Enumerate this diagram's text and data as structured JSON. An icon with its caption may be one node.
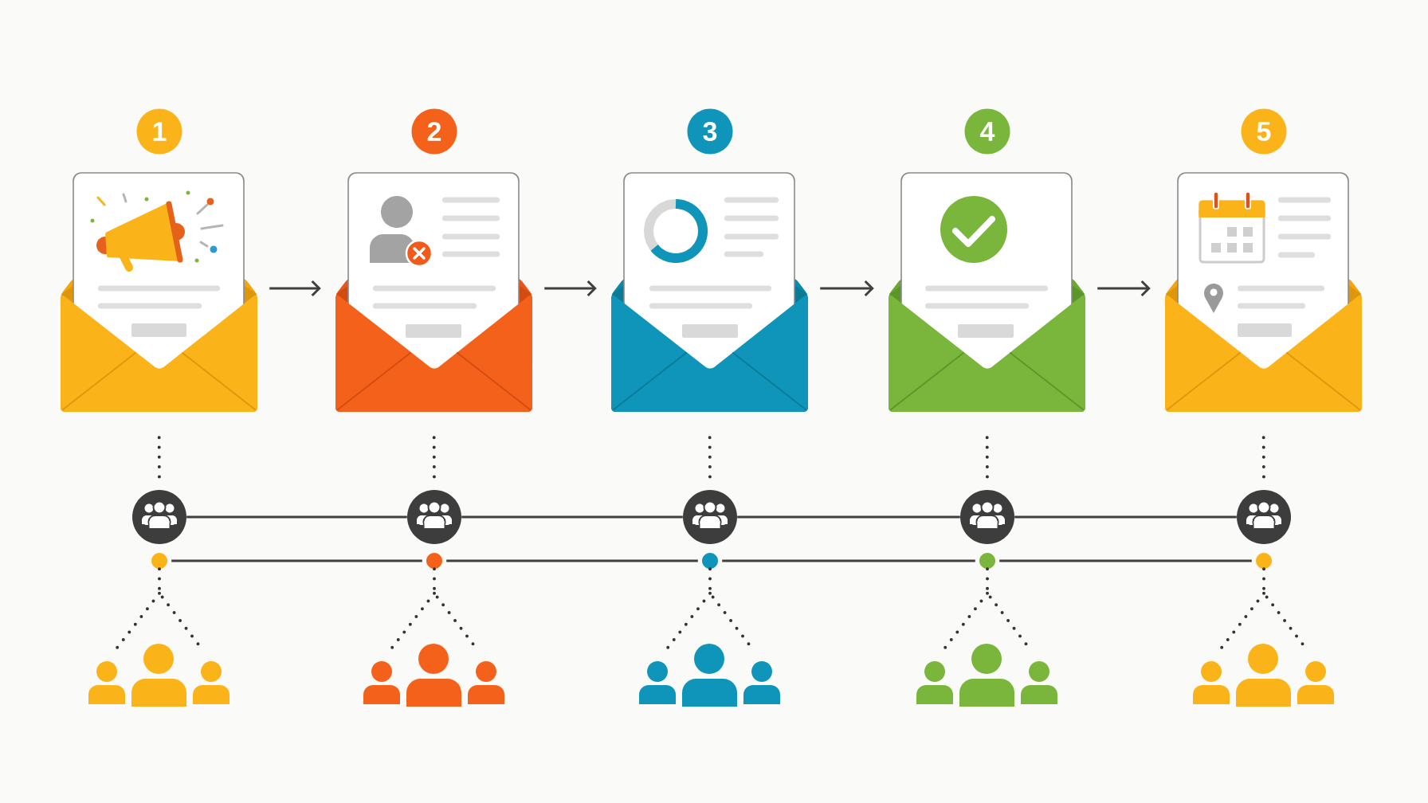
{
  "diagram": {
    "nodes": [
      {
        "text": [
          "1"
        ]
      },
      {
        "text": [
          "2"
        ]
      },
      {
        "text": [
          "3"
        ]
      },
      {
        "text": [
          "4"
        ]
      },
      {
        "text": [
          "5"
        ]
      },
      {
        "text": [],
        "shape": "picture"
      },
      {
        "text": [],
        "shape": "picture"
      },
      {
        "text": [],
        "shape": "picture"
      },
      {
        "text": [],
        "shape": "picture"
      },
      {
        "text": [],
        "shape": "picture"
      },
      {
        "text": [],
        "shape": "circle"
      },
      {
        "text": [],
        "shape": "circle"
      },
      {
        "text": [],
        "shape": "circle"
      },
      {
        "text": [],
        "shape": "circle"
      },
      {
        "text": [],
        "shape": "circle"
      },
      {
        "text": [],
        "shape": "circle"
      },
      {
        "text": [],
        "shape": "circle"
      },
      {
        "text": [],
        "shape": "circle"
      },
      {
        "text": [],
        "shape": "circle"
      },
      {
        "text": [],
        "shape": "circle"
      },
      {
        "text": [],
        "shape": "person"
      },
      {
        "text": [],
        "shape": "person"
      },
      {
        "text": [],
        "shape": "person"
      },
      {
        "text": [],
        "shape": "person"
      },
      {
        "text": [],
        "shape": "person"
      },
      {
        "text": [],
        "shape": "person"
      },
      {
        "text": [],
        "shape": "person"
      },
      {
        "text": [],
        "shape": "person"
      },
      {
        "text": [],
        "shape": "person"
      },
      {
        "text": [],
        "shape": "person"
      },
      {
        "text": [],
        "shape": "person"
      },
      {
        "text": [],
        "shape": "person"
      },
      {
        "text": [],
        "shape": "person"
      },
      {
        "text": [],
        "shape": "person"
      },
      {
        "text": [],
        "shape": "person"
      }
    ],
    "edges": [
      {
        "from": 5,
        "to": 6,
        "arrow": "to"
      },
      {
        "from": 6,
        "to": 7,
        "arrow": "to"
      },
      {
        "from": 7,
        "to": 8,
        "arrow": "to"
      },
      {
        "from": 8,
        "to": 9,
        "arrow": "to"
      },
      {
        "from": 5,
        "to": 10,
        "arrow": "none",
        "style": "dashed"
      },
      {
        "from": 6,
        "to": 11,
        "arrow": "none",
        "style": "dashed"
      },
      {
        "from": 7,
        "to": 12,
        "arrow": "none",
        "style": "dashed"
      },
      {
        "from": 8,
        "to": 13,
        "arrow": "none",
        "style": "dashed"
      },
      {
        "from": 9,
        "to": 14,
        "arrow": "none",
        "style": "dashed"
      },
      {
        "from": 10,
        "to": 11,
        "arrow": "none"
      },
      {
        "from": 11,
        "to": 12,
        "arrow": "none"
      },
      {
        "from": 12,
        "to": 13,
        "arrow": "none"
      },
      {
        "from": 13,
        "to": 14,
        "arrow": "none"
      },
      {
        "from": 15,
        "to": 16,
        "arrow": "none"
      },
      {
        "from": 16,
        "to": 17,
        "arrow": "none"
      },
      {
        "from": 17,
        "to": 18,
        "arrow": "none"
      },
      {
        "from": 18,
        "to": 19,
        "arrow": "none"
      },
      {
        "from": 15,
        "to": 20,
        "arrow": "none",
        "style": "dashed"
      },
      {
        "from": 15,
        "to": 22,
        "arrow": "none",
        "style": "dashed"
      },
      {
        "from": 16,
        "to": 23,
        "arrow": "none",
        "style": "dashed"
      },
      {
        "from": 16,
        "to": 25,
        "arrow": "none",
        "style": "dashed"
      },
      {
        "from": 17,
        "to": 26,
        "arrow": "none",
        "style": "dashed"
      },
      {
        "from": 17,
        "to": 28,
        "arrow": "none",
        "style": "dashed"
      },
      {
        "from": 18,
        "to": 29,
        "arrow": "none",
        "style": "dashed"
      },
      {
        "from": 18,
        "to": 31,
        "arrow": "none",
        "style": "dashed"
      },
      {
        "from": 19,
        "to": 32,
        "arrow": "none",
        "style": "dashed"
      },
      {
        "from": 19,
        "to": 34,
        "arrow": "none",
        "style": "dashed"
      }
    ]
  }
}
